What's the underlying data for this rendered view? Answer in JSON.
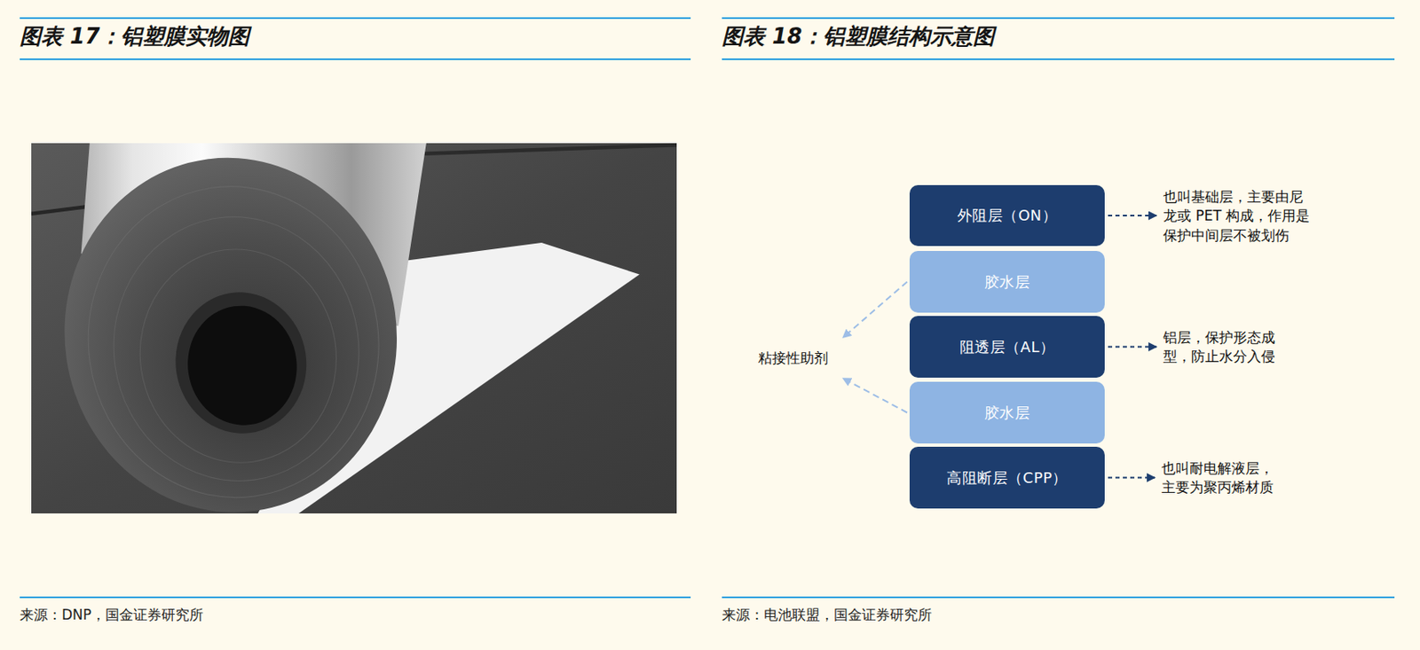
{
  "diagram": {
    "title": "图表 18：铝塑膜结构示意图",
    "nodes": [
      {
        "text": [
          "外阻层（ON）"
        ]
      },
      {
        "text": [
          "胶水层"
        ]
      },
      {
        "text": [
          "阻透层（AL）"
        ]
      },
      {
        "text": [
          "胶水层"
        ]
      },
      {
        "text": [
          "高阻断层（CPP）"
        ]
      },
      {
        "text": [
          "也叫基础层，主要由尼 龙或 PET 构成，作用是 保护中间层不被划伤"
        ]
      },
      {
        "text": [
          "铝层，保护形态成 型，防止水分入侵"
        ]
      },
      {
        "text": [
          "也叫耐电解液层， 主要为聚丙烯材质"
        ]
      },
      {
        "text": [
          "粘接性助剂"
        ]
      }
    ],
    "edges": [
      {
        "from": 0,
        "to": 5,
        "arrow": "to"
      },
      {
        "from": 2,
        "to": 6,
        "arrow": "to"
      },
      {
        "from": 4,
        "to": 7,
        "arrow": "to"
      },
      {
        "from": 1,
        "to": 8,
        "arrow": "to"
      },
      {
        "from": 3,
        "to": 8,
        "arrow": "to"
      }
    ],
    "labels": [
      "图表 17：铝塑膜实物图",
      "来源：DNP，国金证券研究所",
      "来源：电池联盟，国金证券研究所"
    ]
  }
}
